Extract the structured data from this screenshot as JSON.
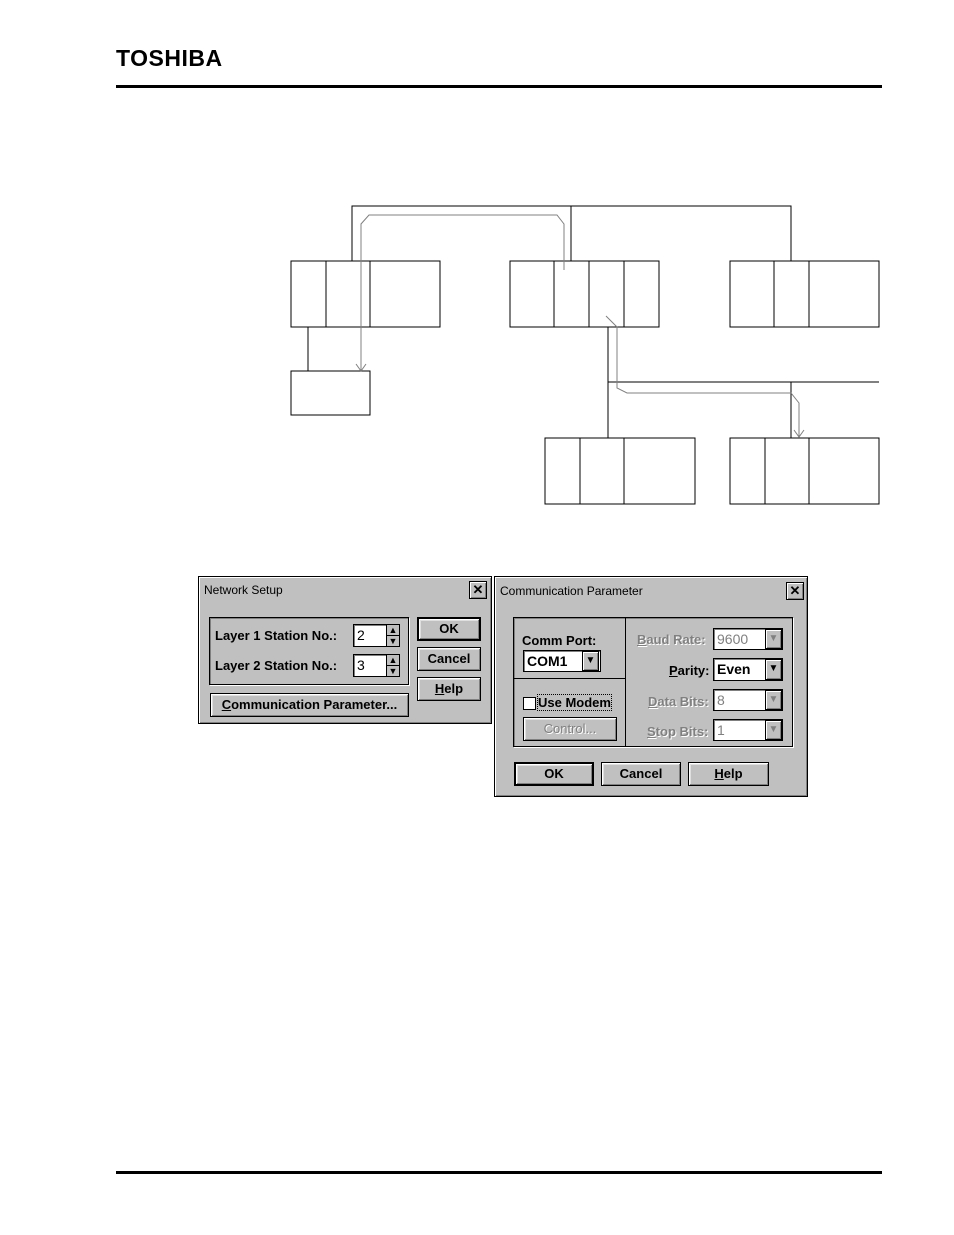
{
  "header": {
    "brand": "TOSHIBA"
  },
  "network_setup": {
    "title": "Network Setup",
    "close_icon": "close-icon",
    "layer1_label": "Layer 1 Station No.:",
    "layer1_value": "2",
    "layer2_label": "Layer 2 Station No.:",
    "layer2_value": "3",
    "ok_label": "OK",
    "cancel_label": "Cancel",
    "help_label_prefix": "",
    "help_mnemonic": "H",
    "help_label_rest": "elp",
    "comm_param_mnemonic": "C",
    "comm_param_rest": "ommunication Parameter..."
  },
  "comm_param": {
    "title": "Communication Parameter",
    "close_icon": "close-icon",
    "comm_port_label": "Comm Port:",
    "comm_port_value": "COM1",
    "use_modem_label": "Use Modem",
    "use_modem_checked": false,
    "control_label": "Control...",
    "baud_mnemonic": "B",
    "baud_rest": "aud Rate:",
    "baud_value": "9600",
    "parity_mnemonic": "P",
    "parity_rest": "arity:",
    "parity_value": "Even",
    "data_mnemonic": "D",
    "data_rest": "ata Bits:",
    "data_value": "8",
    "stop_mnemonic": "S",
    "stop_rest": "top Bits:",
    "stop_value": "1",
    "ok_label": "OK",
    "cancel_label": "Cancel",
    "help_mnemonic": "H",
    "help_rest": "elp"
  },
  "colors": {
    "dialog_face": "#c0c0c0",
    "disabled_text": "#808080",
    "frame": "#000000"
  }
}
